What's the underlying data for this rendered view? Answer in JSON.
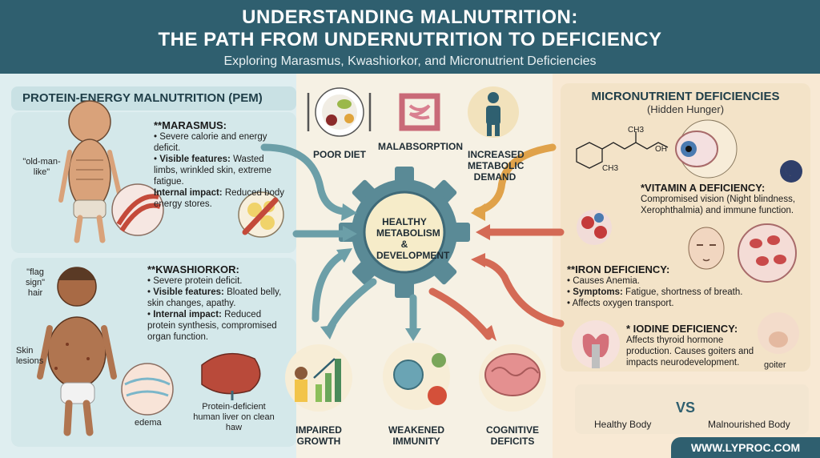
{
  "header": {
    "title_line1": "UNDERSTANDING MALNUTRITION:",
    "title_line2": "THE PATH FROM UNDERNUTRITION TO DEFICIENCY",
    "subtitle": "Exploring Marasmus, Kwashiorkor, and Micronutrient Deficiencies"
  },
  "pem": {
    "title": "PROTEIN-ENERGY MALNUTRITION (PEM)",
    "marasmus": {
      "heading": "**MARASMUS:",
      "b1": "Severe calorie and energy deficit.",
      "features_label": "Visible features:",
      "features_text": " Wasted limbs, wrinkled skin, extreme fatigue.",
      "impact_label": "Internal impact:",
      "impact_text": " Reduced body energy stores.",
      "old_man_label": "\"old-man-like\""
    },
    "kwashiorkor": {
      "heading": "**KWASHIORKOR:",
      "b1": "Severe protein deficit.",
      "features_label": "Visible features:",
      "features_text": " Bloated belly, skin changes, apathy.",
      "impact_label": "Internal impact:",
      "impact_text": " Reduced protein synthesis, compromised organ function.",
      "flag_label": "\"flag sign\" hair",
      "skin_label": "Skin lesions",
      "edema_label": "edema",
      "liver_label": "Protein-deficient human liver on clean haw"
    }
  },
  "causes": {
    "poor_diet": "POOR DIET",
    "malabsorption": "MALABSORPTION",
    "metabolic": "INCREASED METABOLIC DEMAND"
  },
  "center": {
    "label": "HEALTHY METABOLISM & DEVELOPMENT"
  },
  "outcomes": {
    "growth": "IMPAIRED GROWTH",
    "immunity": "WEAKENED IMMUNITY",
    "cognitive": "COGNITIVE DEFICITS"
  },
  "micro": {
    "title": "MICRONUTRIENT DEFICIENCIES",
    "subtitle": "(Hidden Hunger)",
    "vitA_heading": "*VITAMIN A DEFICIENCY:",
    "vitA_text": "Compromised vision (Night blindness, Xerophthalmia) and immune function.",
    "iron_heading": "**IRON DEFICIENCY:",
    "iron_b1": "Causes Anemia.",
    "iron_symptoms_label": "Symptoms:",
    "iron_symptoms_text": " Fatigue, shortness of breath.",
    "iron_b3": "Affects oxygen transport.",
    "iodine_heading": "* IODINE DEFICIENCY:",
    "iodine_text": "Affects thyroid hormone production. Causes goiters and impacts neurodevelopment.",
    "goiter_label": "goiter",
    "molecule_oh": "OH",
    "molecule_ch3a": "CH3",
    "molecule_ch3b": "CH3"
  },
  "compare": {
    "healthy": "Healthy Body",
    "vs": "VS",
    "malnourished": "Malnourished Body"
  },
  "footer": {
    "url": "WWW.LYPROC.COM"
  },
  "colors": {
    "header_bg": "#2f5f6f",
    "gear": "#5a8a96",
    "arrow_teal": "#6c9fa8",
    "arrow_orange": "#e0a24a",
    "arrow_red": "#d46a55"
  }
}
